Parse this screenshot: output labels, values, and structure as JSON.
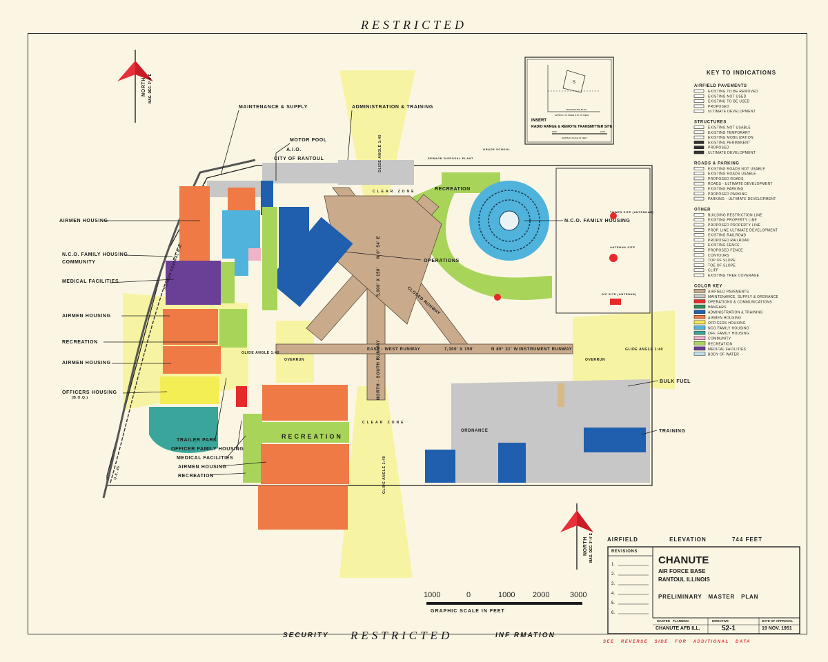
{
  "banner_top": "RESTRICTED",
  "banner_bottom": {
    "left": "SECURITY",
    "center": "RESTRICTED",
    "right": "INF RMATION"
  },
  "north": {
    "label": "NORTH",
    "sub": "MAG. DEC. 3°-4' E"
  },
  "map_labels": {
    "maintenance": "MAINTENANCE & SUPPLY",
    "admin": "ADMINISTRATION & TRAINING",
    "motor_pool": "MOTOR POOL",
    "aio": "A.I.O.",
    "city": "CITY OF RANTOUL",
    "airmen_housing_1": "AIRMEN HOUSING",
    "nco_family_housing_left": "N.C.O. FAMILY HOUSING",
    "community": "COMMUNITY",
    "medical_1": "MEDICAL FACILITIES",
    "airmen_housing_2": "AIRMEN HOUSING",
    "recreation_1": "RECREATION",
    "airmen_housing_3": "AIRMEN HOUSING",
    "officers_housing": "OFFICERS HOUSING",
    "officers_housing_sub": "(B.O.Q.)",
    "trailer_park": "TRAILER PARK",
    "officer_family_housing": "OFFICER FAMILY HOUSING",
    "medical_2": "MEDICAL FACILITIES",
    "airmen_housing_4": "AIRMEN HOUSING",
    "recreation_2": "RECREATION",
    "recreation_center": "RECREATION",
    "recreation_top": "RECREATION",
    "operations": "OPERATIONS",
    "nco_family_housing_right": "N.C.O. FAMILY HOUSING",
    "bulk_fuel": "BULK FUEL",
    "training": "TRAINING",
    "ordnance": "ORDNANCE",
    "clear_zone": "CLEAR ZONE",
    "overrun": "OVERRUN",
    "glide_angle": "GLIDE ANGLE 1:40",
    "east_west_runway": "EAST - WEST RUNWAY",
    "ew_dims": "7,300' X 150'",
    "ew_bearing": "N 89° 31' W",
    "instrument_runway": "INSTRUMENT RUNWAY",
    "ns_runway": "NORTH - SOUTH RUNWAY",
    "ns_dims": "5,000' X 150'",
    "ns_bearing": "N 0° 54' E",
    "closed_runway": "CLOSED RUNWAY",
    "grade_school": "GRADE SCHOOL",
    "sewage_plant": "SEWAGE DISPOSAL PLANT",
    "rr_label": "ILLINOIS CENTRAL R.R.",
    "us45": "U.S. 45"
  },
  "insert": {
    "title_1": "INSERT",
    "title_2": "RADIO RANGE & REMOTE TRANSMITTER SITE",
    "note": "APPROX. 4.5 MILES S.W. OF FIELD",
    "tx": "TRANSMITTER BLDG.",
    "scale_a": "1000",
    "scale_b": "1000",
    "scale_label": "GRAPHIC SCALE IN FEET",
    "site": "S"
  },
  "key": {
    "title": "KEY  TO  INDICATIONS",
    "groups": [
      {
        "heading": "AIRFIELD PAVEMENTS",
        "items": [
          "EXISTING TO BE REMOVED",
          "EXISTING NOT USED",
          "EXISTING TO BE USED",
          "PROPOSED",
          "ULTIMATE DEVELOPMENT"
        ]
      },
      {
        "heading": "STRUCTURES",
        "items": [
          "EXISTING NOT USABLE",
          "EXISTING TEMPORARY",
          "EXISTING MOBILIZATION",
          "EXISTING PERMANENT",
          "PROPOSED",
          "ULTIMATE DEVELOPMENT"
        ]
      },
      {
        "heading": "ROADS & PARKING",
        "items": [
          "EXISTING ROADS NOT USABLE",
          "EXISTING ROADS USABLE",
          "PROPOSED ROADS",
          "ROADS - ULTIMATE DEVELOPMENT",
          "EXISTING PARKING",
          "PROPOSED PARKING",
          "PARKING - ULTIMATE DEVELOPMENT"
        ]
      },
      {
        "heading": "OTHER",
        "items": [
          "BUILDING RESTRICTION LINE",
          "EXISTING PROPERTY LINE",
          "PROPOSED PROPERTY LINE",
          "PROP. LINE ULTIMATE DEVELOPMENT",
          "EXISTING RAILROAD",
          "PROPOSED RAILROAD",
          "EXISTING FENCE",
          "PROPOSED FENCE",
          "CONTOURS",
          "TOP OF SLOPE",
          "TOE OF SLOPE",
          "CLIFF",
          "EXISTING TREE COVERAGE"
        ]
      }
    ],
    "color_key_heading": "COLOR KEY",
    "color_key": [
      {
        "label": "AIRFIELD PAVEMENTS",
        "color": "#c9ab8c"
      },
      {
        "label": "MAINTENANCE, SUPPLY & ORDNANCE",
        "color": "#c7c7c7"
      },
      {
        "label": "OPERATIONS & COMMUNICATIONS",
        "color": "#e62a2a"
      },
      {
        "label": "HANGARS",
        "color": "#2f8c5a"
      },
      {
        "label": "ADMINISTRATION & TRAINING",
        "color": "#1f5fae"
      },
      {
        "label": "AIRMEN HOUSING",
        "color": "#ef7a45"
      },
      {
        "label": "OFFICERS HOUSING",
        "color": "#f4ee55"
      },
      {
        "label": "NCO FAMILY HOUSING",
        "color": "#4fb3dc"
      },
      {
        "label": "OFF. FAMILY HOUSING",
        "color": "#3aa59a"
      },
      {
        "label": "COMMUNITY",
        "color": "#f2b3c9"
      },
      {
        "label": "RECREATION",
        "color": "#a9d45a"
      },
      {
        "label": "MEDICAL FACILITIES",
        "color": "#6a3f96"
      },
      {
        "label": "BODY OF WATER",
        "color": "#bfe0ef"
      }
    ]
  },
  "antenna_labels": {
    "a": "TOWER SITE (ANTENNAS)",
    "b": "ANTENNA SITE",
    "c": "D/F SITE (ANTENNA)"
  },
  "title_block": {
    "elevation_label": "AIRFIELD",
    "elevation_mid": "ELEVATION",
    "elevation_value": "744 FEET",
    "revisions": "REVISIONS",
    "rev_numbers": [
      "1.",
      "2.",
      "3.",
      "4.",
      "5.",
      "6."
    ],
    "name": "CHANUTE",
    "line2": "AIR FORCE BASE",
    "line3": "RANTOUL ILLINOIS",
    "plan": "PRELIMINARY   MASTER   PLAN",
    "master_planning": "MASTER   PLANNING",
    "directive": "DIRECTIVE",
    "date_label": "DATE OF APPROVAL",
    "base_code": "CHANUTE AFB ILL.",
    "directive_no": "52-1",
    "date": "19 NOV. 1951",
    "footer": "SEE   REVERSE   SIDE   FOR   ADDITIONAL   DATA"
  },
  "scale_bar": {
    "ticks": [
      "1000",
      "0",
      "1000",
      "2000",
      "3000"
    ],
    "label": "GRAPHIC SCALE IN FEET"
  }
}
